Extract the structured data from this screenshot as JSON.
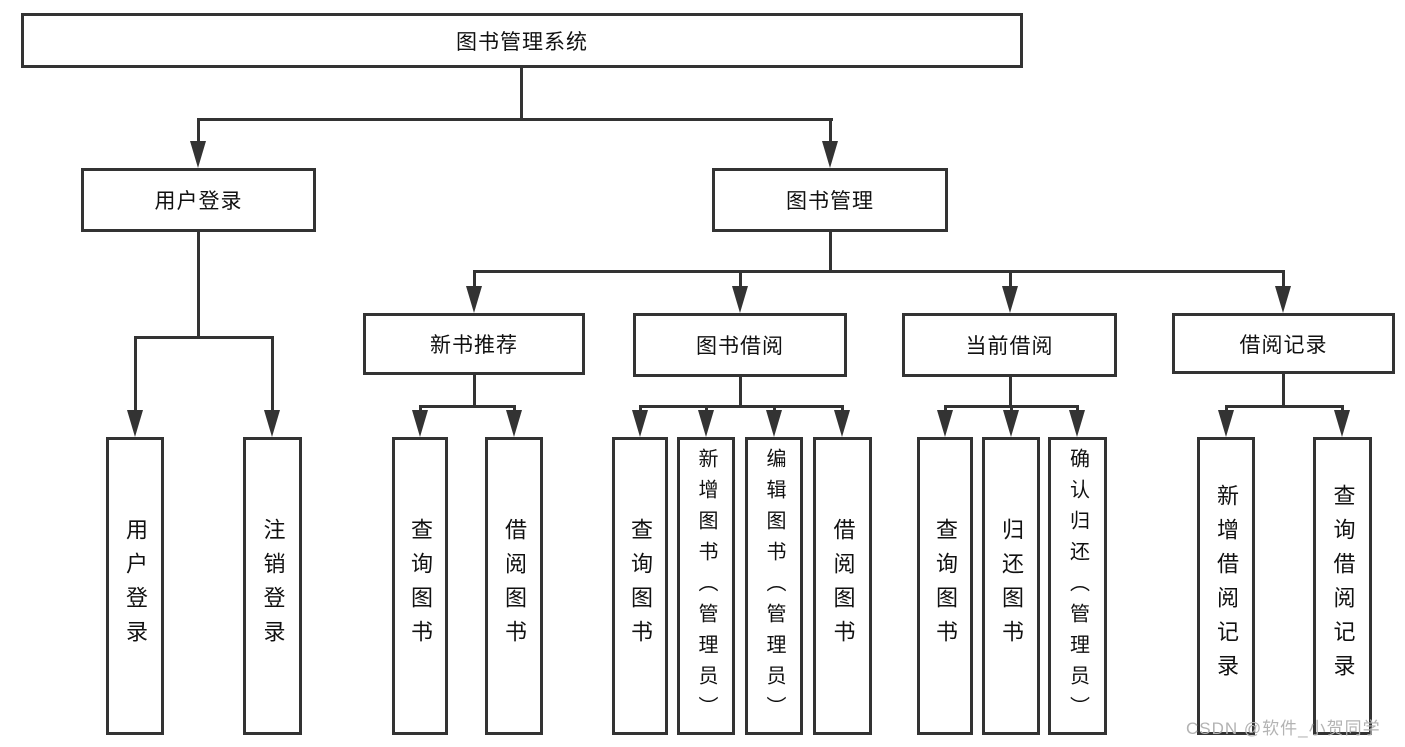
{
  "diagram": {
    "root": {
      "label": "图书管理系统"
    },
    "level2": [
      {
        "label": "用户登录"
      },
      {
        "label": "图书管理"
      }
    ],
    "level3": [
      {
        "label": "新书推荐"
      },
      {
        "label": "图书借阅"
      },
      {
        "label": "当前借阅"
      },
      {
        "label": "借阅记录"
      }
    ],
    "leaves": [
      {
        "label": "用户登录"
      },
      {
        "label": "注销登录"
      },
      {
        "label": "查询图书"
      },
      {
        "label": "借阅图书"
      },
      {
        "label": "查询图书"
      },
      {
        "label": "新增图书（管理员）"
      },
      {
        "label": "编辑图书（管理员）"
      },
      {
        "label": "借阅图书"
      },
      {
        "label": "查询图书"
      },
      {
        "label": "归还图书"
      },
      {
        "label": "确认归还（管理员）"
      },
      {
        "label": "新增借阅记录"
      },
      {
        "label": "查询借阅记录"
      }
    ]
  },
  "watermark": {
    "text": "CSDN @软件_小贺同学"
  },
  "colors": {
    "line": "#333333",
    "box_border": "#333333",
    "text": "#111111",
    "watermark": "#b3b3b3",
    "background": "#ffffff"
  }
}
